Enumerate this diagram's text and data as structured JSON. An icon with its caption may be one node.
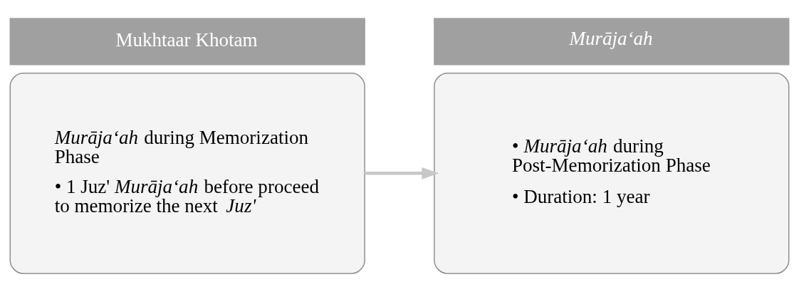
{
  "diagram": {
    "nodes": [
      {
        "text": [
          "Mukhtaar Khotam"
        ]
      },
      {
        "text": [
          "*Murāja‘ah* during Memorization Phase",
          "• 1 Juz' *Murāja‘ah* before proceed to memorize the next *Juz'*"
        ]
      },
      {
        "text": [
          "Murāja‘ah"
        ]
      },
      {
        "text": [
          "• *Murāja‘ah* during Post-Memorization Phase",
          "• Duration: 1 year"
        ]
      }
    ],
    "edges": [
      {
        "from": 1,
        "to": 3,
        "arrow": "to"
      }
    ]
  }
}
